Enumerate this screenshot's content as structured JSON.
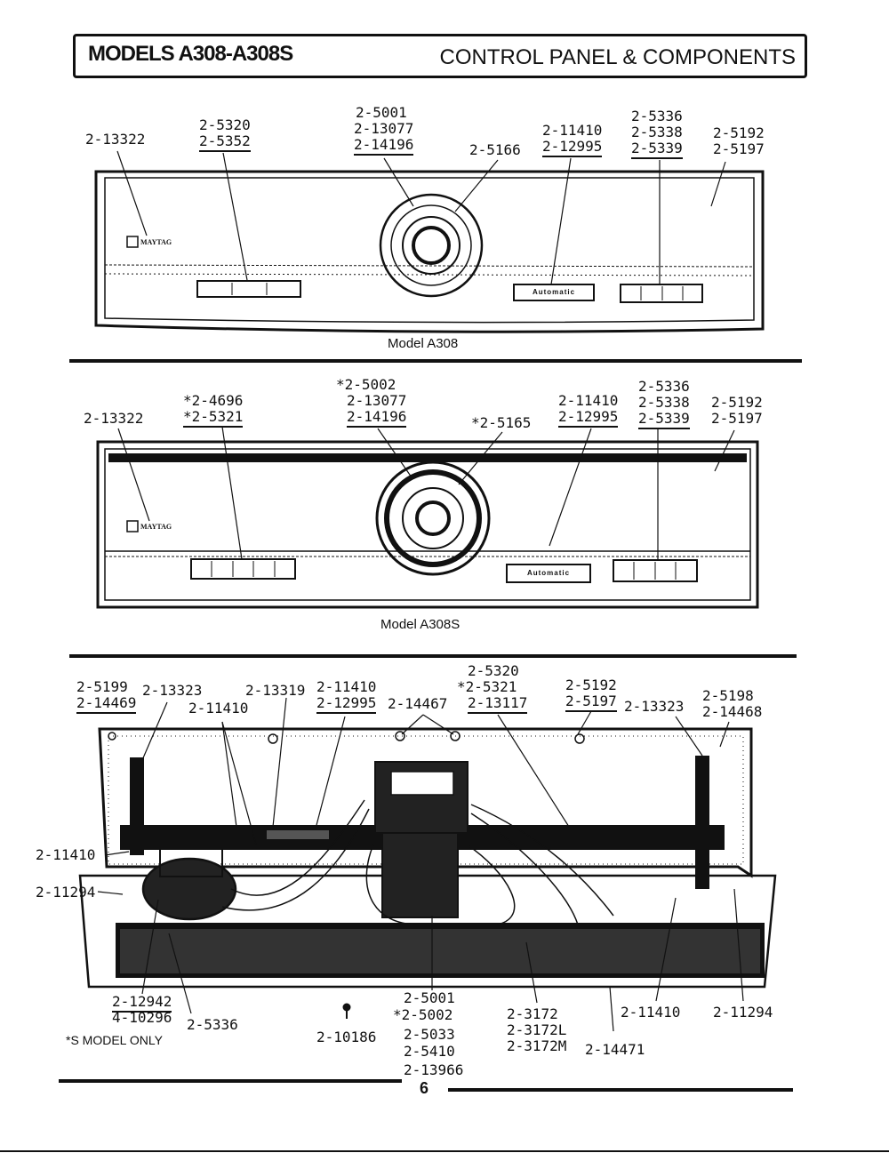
{
  "header": {
    "models": "MODELS A308-A308S",
    "section": "CONTROL PANEL & COMPONENTS"
  },
  "panel_a308": {
    "caption": "Model A308",
    "brand": "MAYTAG",
    "display_label": "Automatic",
    "labels": {
      "knob_panel": "2-13322",
      "pushbuttons": [
        "2-5320",
        "2-5352"
      ],
      "timer_dial": [
        "2-5001",
        "2-13077",
        "2-14196"
      ],
      "timer_knob": "2-5166",
      "lens": [
        "2-11410",
        "2-12995"
      ],
      "switches": [
        "2-5336",
        "2-5338",
        "2-5339"
      ],
      "endcap": [
        "2-5192",
        "2-5197"
      ]
    }
  },
  "panel_a308s": {
    "caption": "Model A308S",
    "brand": "MAYTAG",
    "display_label": "Automatic",
    "labels": {
      "knob_panel": "2-13322",
      "pushbuttons": [
        "*2-4696",
        "*2-5321"
      ],
      "timer_dial": [
        "*2-5002",
        "2-13077",
        "2-14196"
      ],
      "timer_knob": "*2-5165",
      "lens": [
        "2-11410",
        "2-12995"
      ],
      "switches": [
        "2-5336",
        "2-5338",
        "2-5339"
      ],
      "endcap": [
        "2-5192",
        "2-5197"
      ]
    }
  },
  "rear_view": {
    "top_labels": {
      "left_bracket": [
        "2-5199",
        "2-14469"
      ],
      "left_screw": "2-13323",
      "left_clip": "2-11410",
      "rear_cover": "2-13319",
      "harness": [
        "2-11410",
        "2-12995"
      ],
      "holes": "2-14467",
      "switch_group": [
        "2-5320",
        "*2-5321",
        "2-13117"
      ],
      "right_cap": [
        "2-5192",
        "2-5197"
      ],
      "right_screw": "2-13323",
      "right_bracket": [
        "2-5198",
        "2-14468"
      ]
    },
    "side_labels": {
      "left_upper": "2-11410",
      "left_lower": "2-11294"
    },
    "bottom_labels": {
      "seal": [
        "2-12942",
        "4-10296"
      ],
      "switch": "2-5336",
      "screw": "2-10186",
      "timer": [
        "2-5001",
        "*2-5002",
        "2-5033",
        "2-5410",
        "2-13966"
      ],
      "harness_clip": [
        "2-3172",
        "2-3172L",
        "2-3172M"
      ],
      "insulator": "2-14471",
      "clip_right": "2-11410",
      "end_right": "2-11294"
    },
    "footnote": "*S MODEL ONLY"
  },
  "page_number": "6"
}
